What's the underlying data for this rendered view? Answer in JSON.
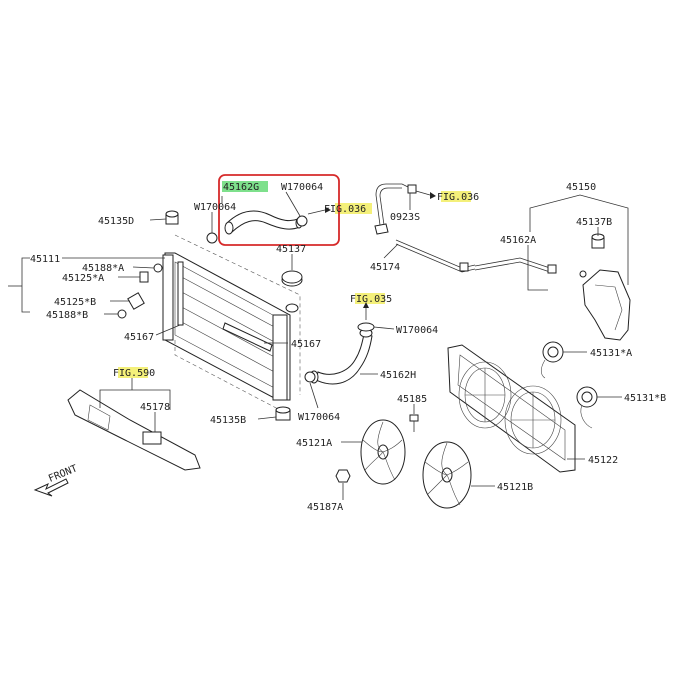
{
  "labels": {
    "p45162G": "45162G",
    "w170064_top": "W170064",
    "w170064_left": "W170064",
    "fig036_a": "FIG.036",
    "fig036_b": "FIG.036",
    "p0923S": "0923S",
    "p45150": "45150",
    "p45137B": "45137B",
    "p45162A": "45162A",
    "p45174": "45174",
    "p45135D": "45135D",
    "p45111": "45111",
    "p45188A": "45188*A",
    "p45125A": "45125*A",
    "p45125B": "45125*B",
    "p45188B": "45188*B",
    "p45137": "45137",
    "p45167a": "45167",
    "p45167b": "45167",
    "fig035": "FIG.035",
    "w170064_mid": "W170064",
    "p45162H": "45162H",
    "p45131A": "45131*A",
    "p45131B": "45131*B",
    "fig590": "FIG.590",
    "p45178": "45178",
    "p45185": "45185",
    "p45135B": "45135B",
    "w170064_low": "W170064",
    "p45121A": "45121A",
    "p45122": "45122",
    "p45121B": "45121B",
    "p45187A": "45187A",
    "front": "FRONT"
  },
  "colors": {
    "highlight_yellow": "#f4f07a",
    "highlight_green": "#7ee08c",
    "selection_box": "#d62a2a"
  }
}
